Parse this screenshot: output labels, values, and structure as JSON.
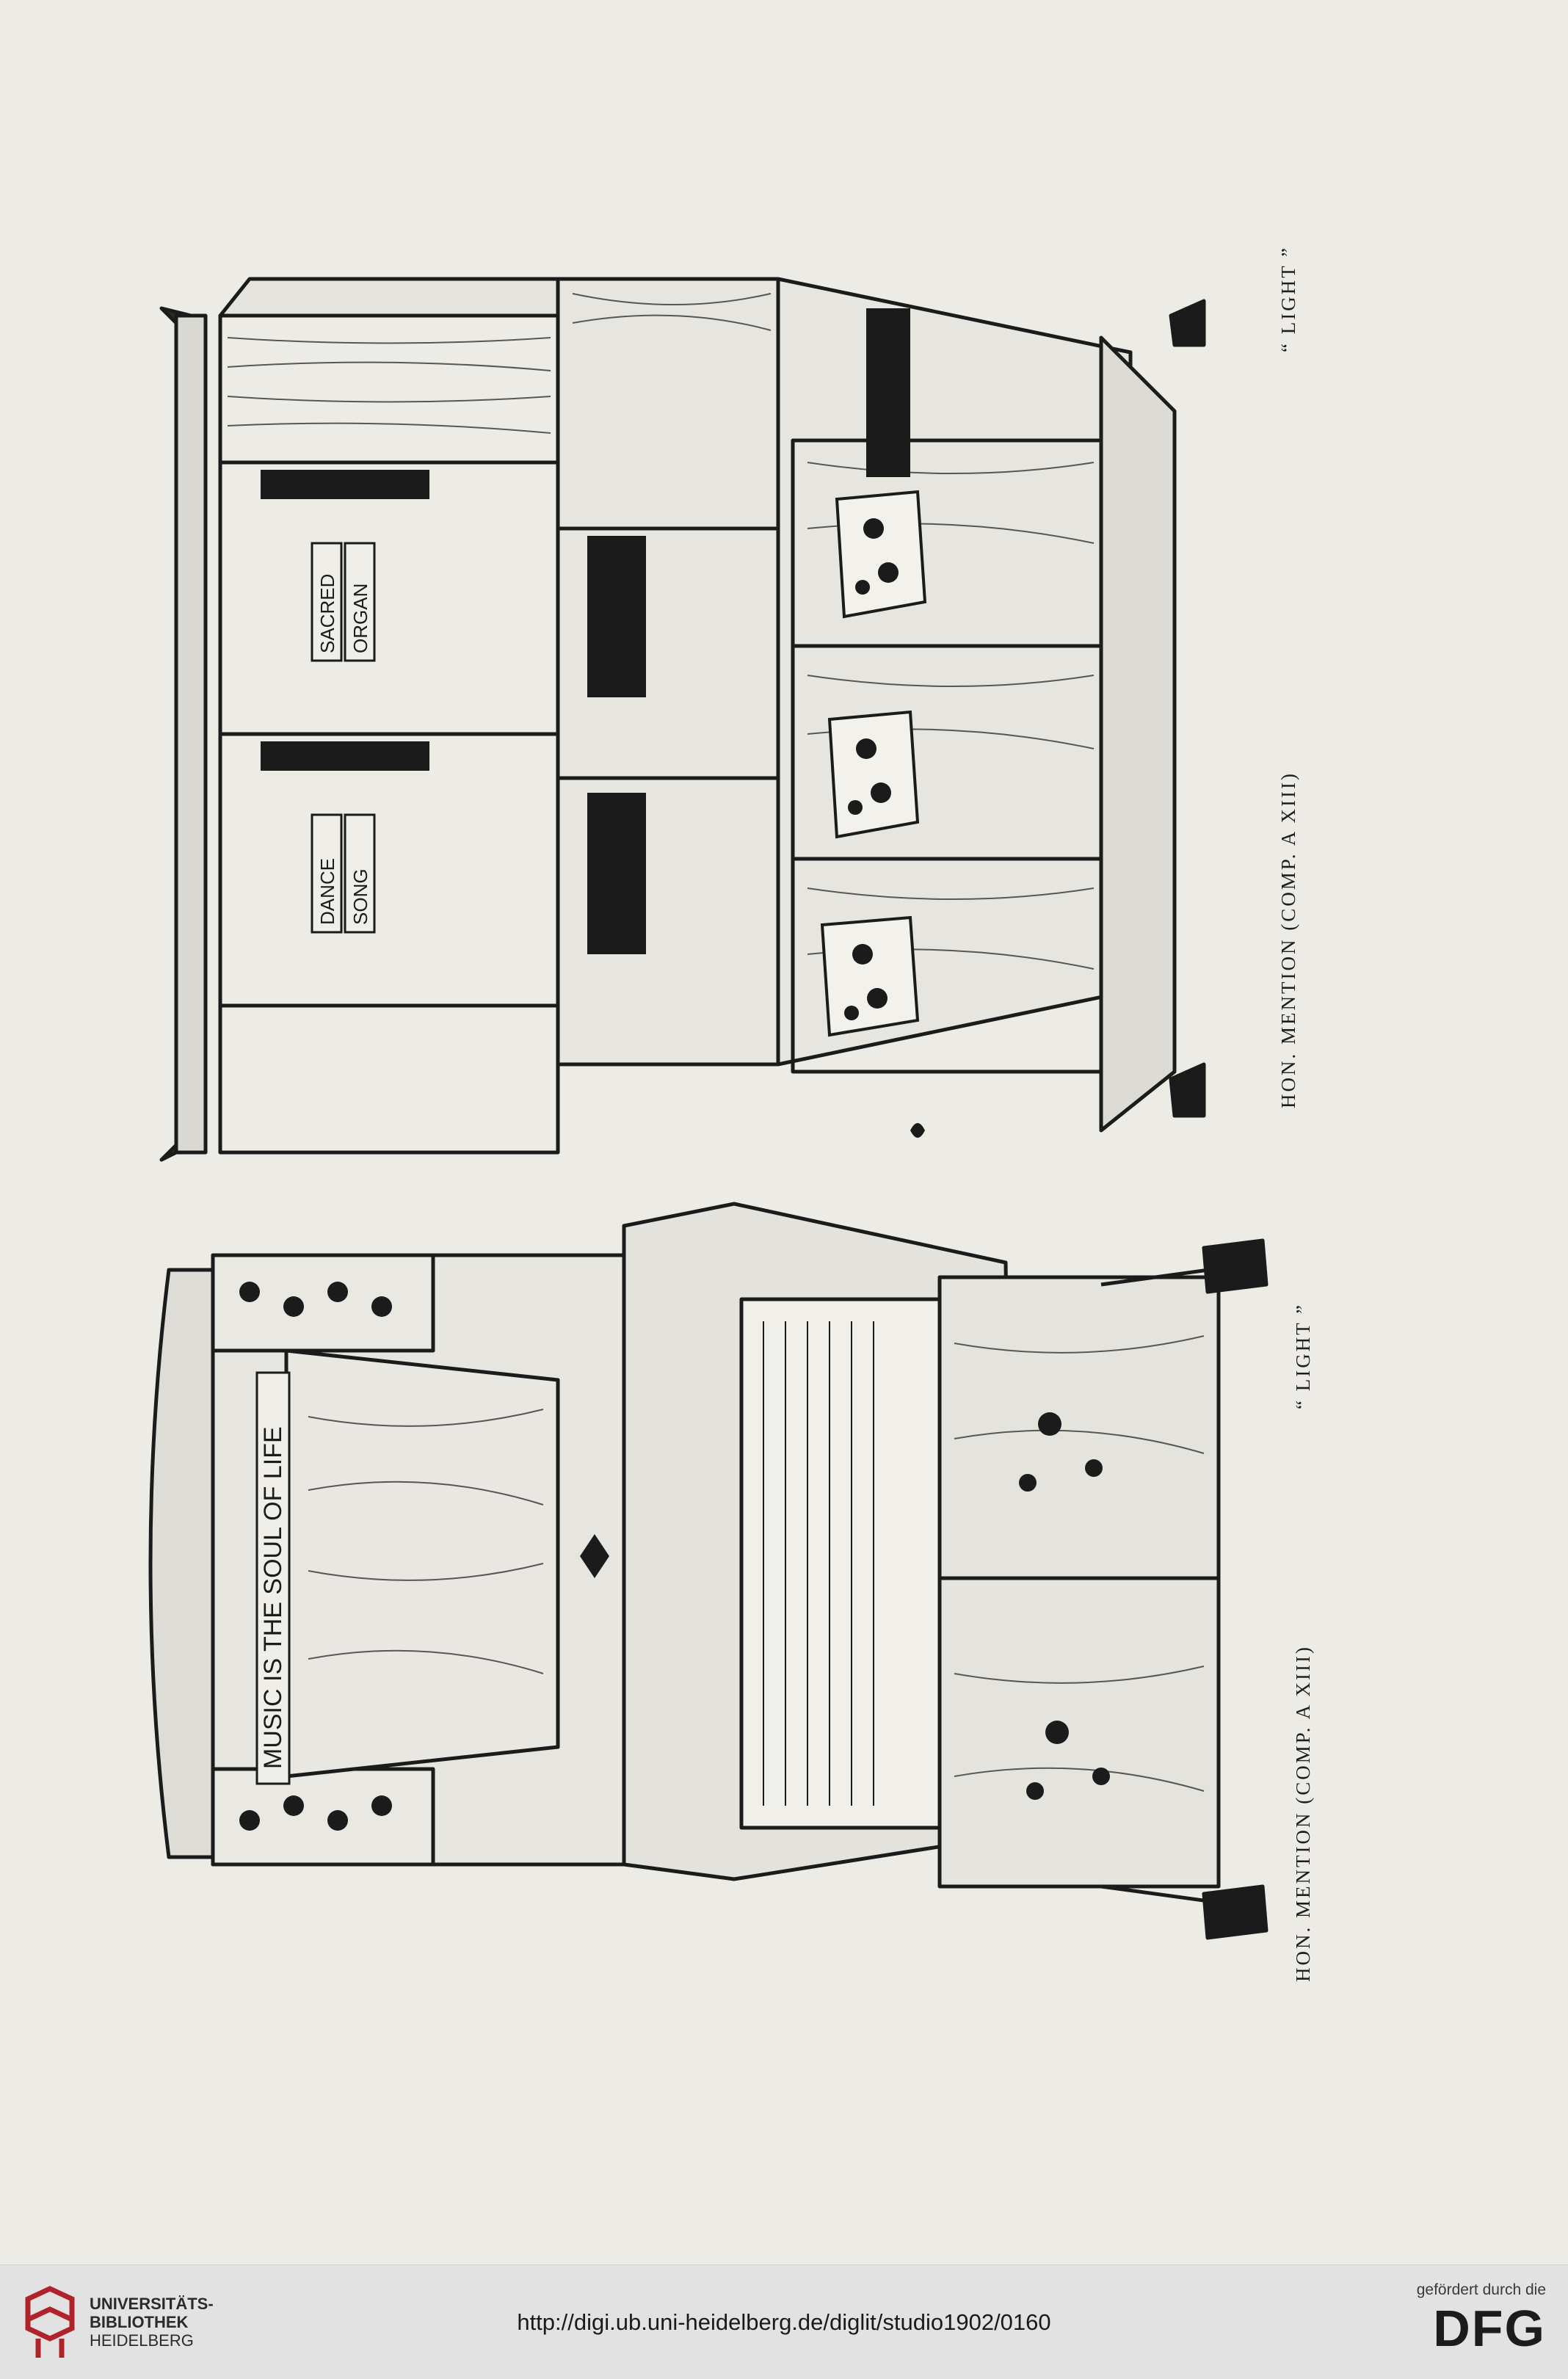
{
  "plate": {
    "right_caption_hon": "HON. MENTION (COMP. A XIII)",
    "right_caption_light": "“ LIGHT ”",
    "left_caption_hon": "HON. MENTION (COMP. A XIII)",
    "left_caption_light": "“ LIGHT ”",
    "cabinet_inscriptions": [
      "SACRED",
      "ORGAN",
      "DANCE",
      "SONG"
    ],
    "piano_inscription": "MUSIC IS THE SOUL OF LIFE"
  },
  "footer": {
    "library_line1": "UNIVERSITÄTS-",
    "library_line2": "BIBLIOTHEK",
    "library_line3": "HEIDELBERG",
    "url": "http://digi.ub.uni-heidelberg.de/diglit/studio1902/0160",
    "funding_note": "gefördert durch die",
    "funder": "DFG"
  },
  "colors": {
    "ink": "#1b1b1b",
    "paper": "#ecebe6",
    "footer": "#e2e2e2",
    "ub_red": "#b0232a"
  }
}
